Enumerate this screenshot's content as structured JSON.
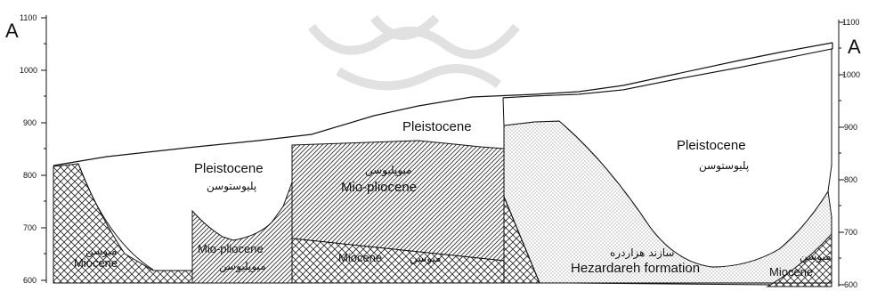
{
  "section": {
    "endpoint_left": "A",
    "endpoint_right": "A",
    "axis_left_ticks": [
      "1100",
      "1000",
      "900",
      "800",
      "700",
      "600"
    ],
    "axis_right_ticks": [
      "1100",
      "1000",
      "900",
      "800",
      "700",
      "600"
    ],
    "units": [
      {
        "en": "Miocene",
        "fa": "میوسن"
      },
      {
        "en": "Pleistocene",
        "fa": "پلیوستوسن"
      },
      {
        "en": "Mio-pliocene",
        "fa": "میوپلیوسن"
      },
      {
        "en": "Mio-pliocene",
        "fa": "میوپلیوسن"
      },
      {
        "en": "Pleistocene",
        "fa": ""
      },
      {
        "en": "Miocene",
        "fa": "میوسن"
      },
      {
        "en": "Pleistocene",
        "fa": "پلیوستوسن"
      },
      {
        "en": "Hezardareh formation",
        "fa": "سازند هزاردره"
      },
      {
        "en": "Miocene",
        "fa": "میوسن"
      }
    ],
    "colors": {
      "line": "#111111",
      "background": "#ffffff",
      "watermark": "#d6d6d6"
    }
  }
}
